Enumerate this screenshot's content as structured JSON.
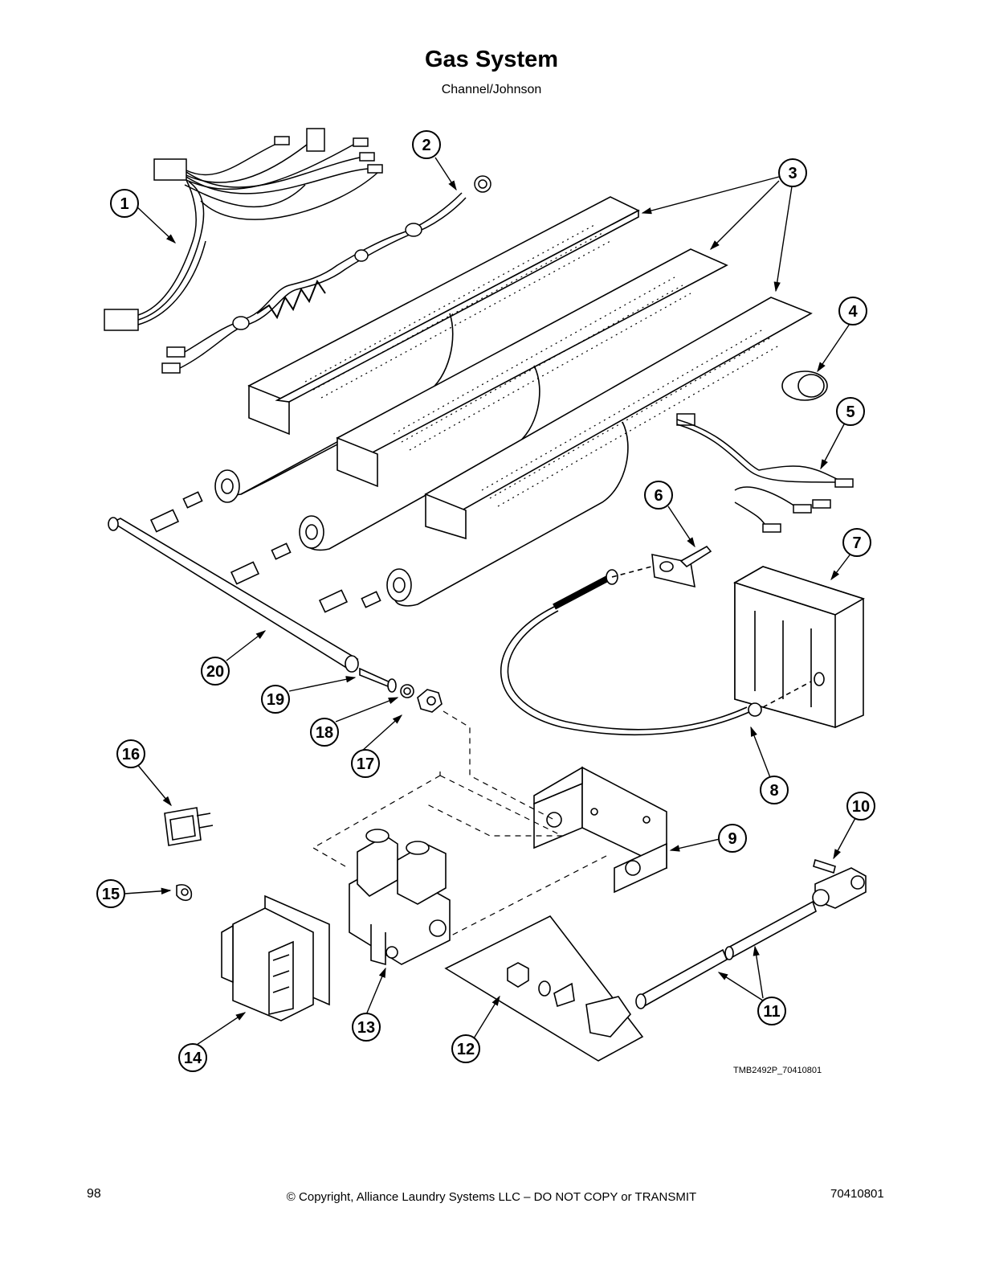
{
  "header": {
    "title": "Gas System",
    "subtitle": "Channel/Johnson"
  },
  "callouts": [
    "1",
    "2",
    "3",
    "4",
    "5",
    "6",
    "7",
    "8",
    "9",
    "10",
    "11",
    "12",
    "13",
    "14",
    "15",
    "16",
    "17",
    "18",
    "19",
    "20"
  ],
  "illustration_ref": "TMB2492P_70410801",
  "footer": {
    "page_number": "98",
    "copyright": "© Copyright, Alliance Laundry Systems LLC – DO NOT COPY or TRANSMIT",
    "doc_number": "70410801"
  }
}
